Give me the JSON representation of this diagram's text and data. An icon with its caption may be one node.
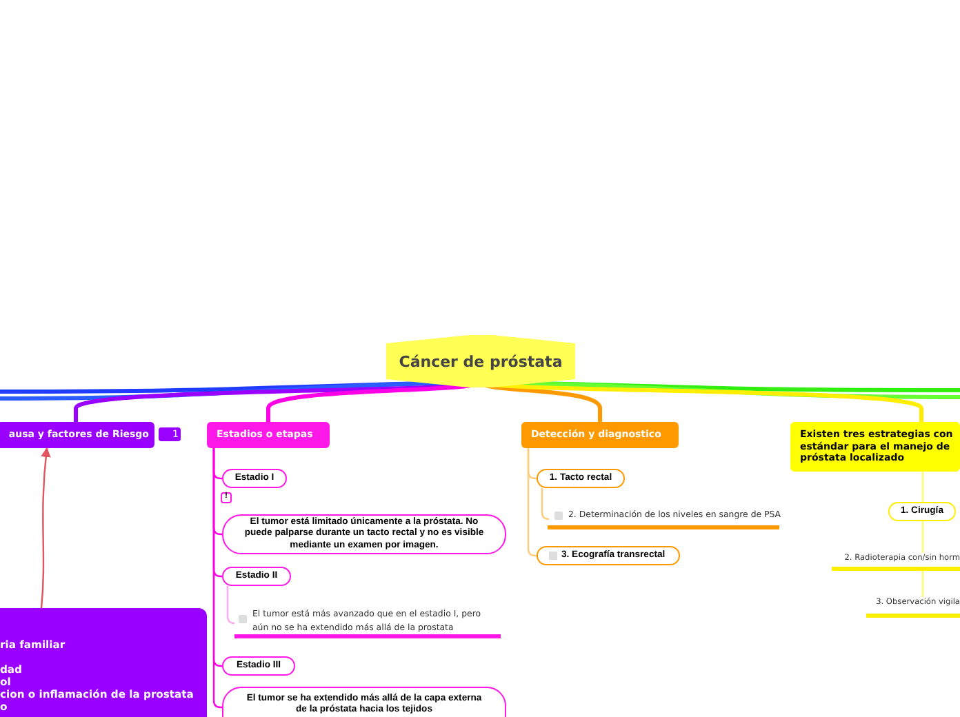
{
  "diagram": {
    "nodes": [
      {
        "text": [
          "Cáncer de próstata"
        ]
      },
      {
        "text": [
          "ausa y factores de Riesgo"
        ]
      },
      {
        "text": [
          "Estadios o etapas"
        ]
      },
      {
        "text": [
          "Detección y diagnostico"
        ]
      },
      {
        "text": [
          "Existen tres estrategias con estándar para el manejo de próstata localizado"
        ]
      },
      {
        "text": [
          "ria familiar",
          "dad",
          "ol",
          "cion o inflamación de la prostata",
          "o"
        ]
      },
      {
        "text": [
          "Estadio I"
        ]
      },
      {
        "text": [
          "!"
        ]
      },
      {
        "text": [
          "El tumor está limitado únicamente a la próstata. No puede palparse durante un tacto rectal y no es visible mediante un examen por imagen."
        ]
      },
      {
        "text": [
          "Estadio II"
        ]
      },
      {
        "text": [
          "El tumor está más avanzado que en el estadio I, pero aún no se ha extendido más allá de la prostata"
        ]
      },
      {
        "text": [
          "Estadio III"
        ]
      },
      {
        "text": [
          "El tumor se ha extendido más allá de la capa externa de la próstata hacia los tejidos"
        ]
      },
      {
        "text": [
          "1. Tacto rectal"
        ]
      },
      {
        "text": [
          "2. Determinación de los niveles en sangre de PSA"
        ]
      },
      {
        "text": [
          "3. Ecografía transrectal"
        ]
      },
      {
        "text": [
          "1. Cirugía"
        ]
      },
      {
        "text": [
          "2. Radioterapia con/sin horm"
        ]
      },
      {
        "text": [
          "3. Observación vigila"
        ]
      }
    ],
    "edges": [
      {
        "from": 0,
        "to": null,
        "arrow": "none",
        "style": "thick",
        "color": "#1f3cff"
      },
      {
        "from": 0,
        "to": null,
        "arrow": "none",
        "style": "thick",
        "color": "#2a5cff"
      },
      {
        "from": 0,
        "to": 1,
        "arrow": "none",
        "style": "thick",
        "color": "#9900ff"
      },
      {
        "from": 0,
        "to": 2,
        "arrow": "none",
        "style": "thick",
        "color": "#ff00e6"
      },
      {
        "from": 0,
        "to": 3,
        "arrow": "none",
        "style": "thick",
        "color": "#ff9900"
      },
      {
        "from": 0,
        "to": null,
        "arrow": "none",
        "style": "thick",
        "color": "#33ee11"
      },
      {
        "from": 0,
        "to": null,
        "arrow": "none",
        "style": "thick",
        "color": "#66ff33"
      },
      {
        "from": 0,
        "to": 4,
        "arrow": "none",
        "style": "thick",
        "color": "#ffee00"
      },
      {
        "from": 5,
        "to": 1,
        "arrow": "to",
        "color": "#e05560"
      },
      {
        "from": 2,
        "to": 6,
        "arrow": "none",
        "color": "#ff00e6"
      },
      {
        "from": 2,
        "to": 8,
        "arrow": "none",
        "color": "#ff00e6"
      },
      {
        "from": 2,
        "to": 9,
        "arrow": "none",
        "color": "#ff00e6"
      },
      {
        "from": 9,
        "to": 10,
        "arrow": "none",
        "color": "#ffaaf4"
      },
      {
        "from": 2,
        "to": 11,
        "arrow": "none",
        "color": "#ff00e6"
      },
      {
        "from": 2,
        "to": 12,
        "arrow": "none",
        "color": "#ff00e6"
      },
      {
        "from": 3,
        "to": 13,
        "arrow": "none",
        "color": "#ffcc77"
      },
      {
        "from": 13,
        "to": 14,
        "arrow": "none",
        "color": "#ffcc77"
      },
      {
        "from": 3,
        "to": 15,
        "arrow": "none",
        "color": "#ffcc77"
      },
      {
        "from": 4,
        "to": 16,
        "arrow": "none",
        "color": "#ffff66"
      },
      {
        "from": 16,
        "to": 17,
        "arrow": "none",
        "color": "#ffff66"
      },
      {
        "from": 17,
        "to": 18,
        "arrow": "none",
        "color": "#ffff66"
      }
    ],
    "labels": [
      "1"
    ]
  }
}
